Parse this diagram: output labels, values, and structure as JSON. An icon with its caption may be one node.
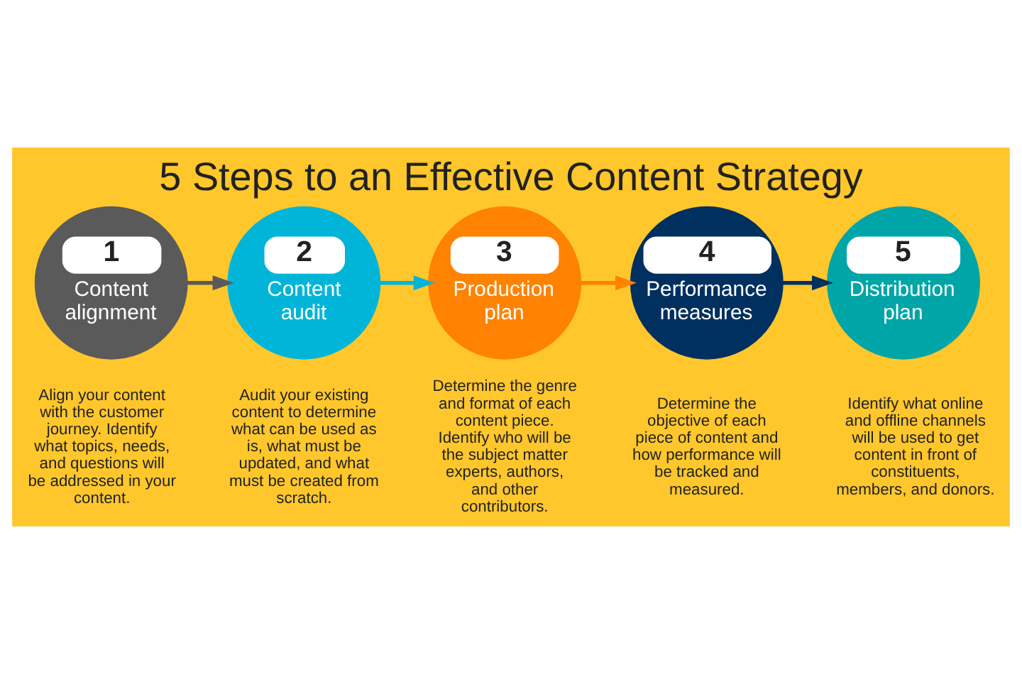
{
  "diagram": {
    "title": "5 Steps to an Effective Content Strategy",
    "nodes": [
      {
        "text": [
          "1",
          "Content alignment"
        ],
        "beside": [
          "Align your content with the customer journey. Identify what topics, needs, and questions will be addressed in your content."
        ]
      },
      {
        "text": [
          "2",
          "Content audit"
        ],
        "beside": [
          "Audit your existing content to determine what can be used as is, what must be updated, and what must be created from scratch."
        ]
      },
      {
        "text": [
          "3",
          "Production plan"
        ],
        "beside": [
          "Determine the genre and format of each content piece. Identify who will be the subject matter experts, authors, and other contributors."
        ]
      },
      {
        "text": [
          "4",
          "Performance measures"
        ],
        "beside": [
          "Determine the objective of each piece of content and how performance will be tracked and measured."
        ]
      },
      {
        "text": [
          "5",
          "Distribution plan"
        ],
        "beside": [
          "Identify what online and offline channels will be used to get content in front of constituents, members, and donors."
        ]
      }
    ],
    "edges": [
      {
        "from": 0,
        "to": 1,
        "arrow": "to",
        "color": "#5a5a5a"
      },
      {
        "from": 1,
        "to": 2,
        "arrow": "to",
        "color": "#00b5d8"
      },
      {
        "from": 2,
        "to": 3,
        "arrow": "to",
        "color": "#ff8200"
      },
      {
        "from": 3,
        "to": 4,
        "arrow": "to",
        "color": "#00305f"
      }
    ]
  }
}
